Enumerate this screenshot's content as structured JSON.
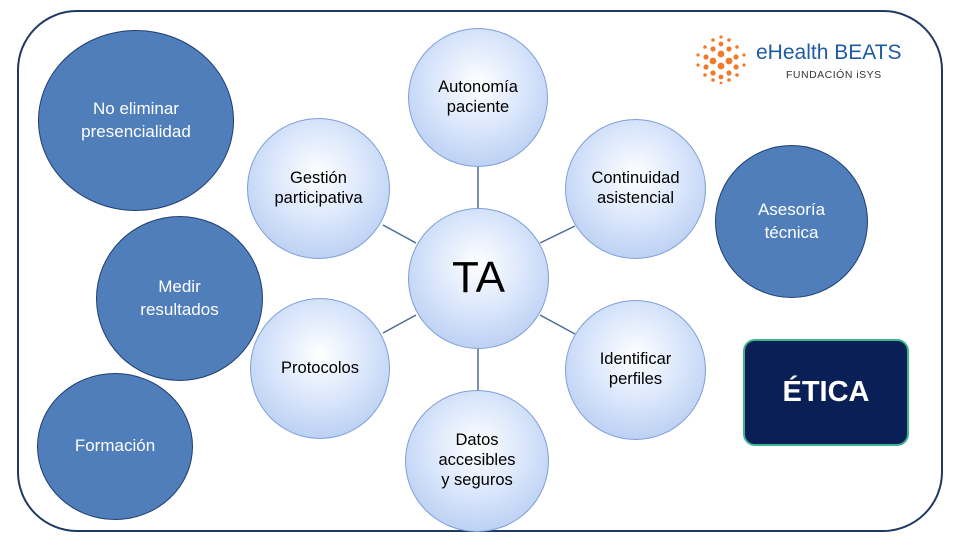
{
  "center": {
    "label": "TA"
  },
  "inner_nodes": [
    {
      "label": "Autonomía\npaciente"
    },
    {
      "label": "Continuidad\nasistencial"
    },
    {
      "label": "Identificar\nperfiles"
    },
    {
      "label": "Datos\naccesibles\ny seguros"
    },
    {
      "label": "Protocolos"
    },
    {
      "label": "Gestión\nparticipativa"
    }
  ],
  "outer_nodes": [
    {
      "label": "No eliminar\npresencialidad"
    },
    {
      "label": "Medir\nresultados"
    },
    {
      "label": "Formación"
    },
    {
      "label": "Asesoría\ntécnica"
    }
  ],
  "etica_box": {
    "label": "ÉTICA"
  },
  "logo": {
    "name": "eHealth BEATS",
    "subtitle": "FUNDACIÓN iSYS"
  },
  "colors": {
    "frame": "#1f3864",
    "outer_fill": "#4f7ebb",
    "inner_fill": "#a9c3ee",
    "etica_fill": "#0b1f57",
    "etica_border": "#3cb58e",
    "logo_orange": "#f07a2a",
    "logo_blue": "#1f5aa6"
  }
}
